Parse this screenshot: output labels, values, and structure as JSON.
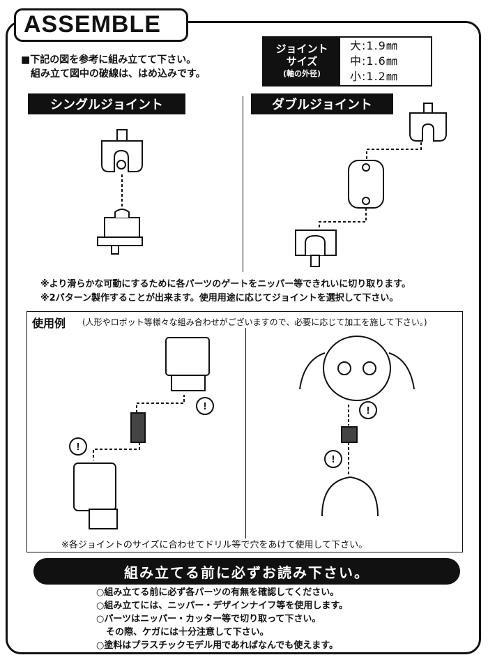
{
  "title": "ASSEMBLE",
  "intro": {
    "line1": "■下記の図を参考に組み立てて下さい。",
    "line2": "組み立て図中の破線は、はめ込みです。"
  },
  "joint_size": {
    "header_line1": "ジョイント",
    "header_line2": "サイズ",
    "header_line3": "(軸の外径)",
    "large": "大:1.9㎜",
    "medium": "中:1.6㎜",
    "small": "小:1.2㎜"
  },
  "single_joint_label": "シングルジョイント",
  "double_joint_label": "ダブルジョイント",
  "notes": {
    "gate": "※より滑らかな可動にするために各パーツのゲートをニッパー等できれいに切り取ります。",
    "pattern": "※2パターン製作することが出来ます。使用用途に応じてジョイントを選択して下さい。"
  },
  "usage": {
    "label": "使用例",
    "note": "(人形やロボット等様々な組み合わせがございますので、必要に応じて加工を施して下さい。)",
    "drill_note": "※各ジョイントのサイズに合わせてドリル等で穴をあけて使用して下さい。"
  },
  "warning": {
    "title": "組み立てる前に必ずお読み下さい。",
    "items": [
      "○組み立てる前に必ず各パーツの有無を確認してください。",
      "○組み立てには、ニッパー・デザインナイフ等を使用します。",
      "○パーツはニッパー・カッター等で切り取って下さい。",
      "その際、ケガには十分注意して下さい。",
      "○塗料はプラスチックモデル用であればなんでも使えます。"
    ]
  },
  "alert_symbol": "!"
}
